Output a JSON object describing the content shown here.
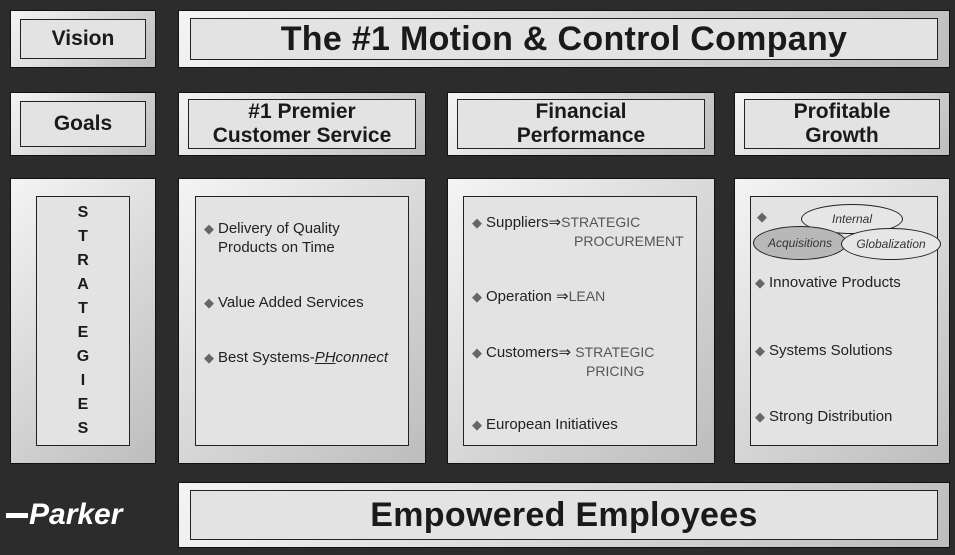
{
  "rows": {
    "vision_label": "Vision",
    "goals_label": "Goals",
    "vision_text": "The #1 Motion & Control Company",
    "employees_text": "Empowered Employees"
  },
  "goals": [
    {
      "line1": "#1 Premier",
      "line2": "Customer Service"
    },
    {
      "line1": "Financial",
      "line2": "Performance"
    },
    {
      "line1": "Profitable",
      "line2": "Growth"
    }
  ],
  "strategies_letters": [
    "S",
    "T",
    "R",
    "A",
    "T",
    "E",
    "G",
    "I",
    "E",
    "S"
  ],
  "customer_service": {
    "item1_line1": "Delivery of Quality",
    "item1_line2": "Products on Time",
    "item2": "Value Added Services",
    "item3_prefix": "Best Systems-",
    "item3_ph": "PH",
    "item3_suffix": "connect"
  },
  "financial": {
    "suppliers": "Suppliers",
    "suppliers_t1": "STRATEGIC",
    "suppliers_t2": "PROCUREMENT",
    "operation": "Operation",
    "operation_t": "LEAN",
    "customers": "Customers",
    "customers_t1": "STRATEGIC",
    "customers_t2": "PRICING",
    "european": "European Initiatives"
  },
  "growth": {
    "internal": "Internal",
    "acquisitions": "Acquisitions",
    "globalization": "Globalization",
    "innovative": "Innovative Products",
    "systems": "Systems Solutions",
    "distribution": "Strong Distribution"
  },
  "logo_text": "Parker",
  "symbols": {
    "diamond": "◆",
    "arrow": "⇒"
  }
}
